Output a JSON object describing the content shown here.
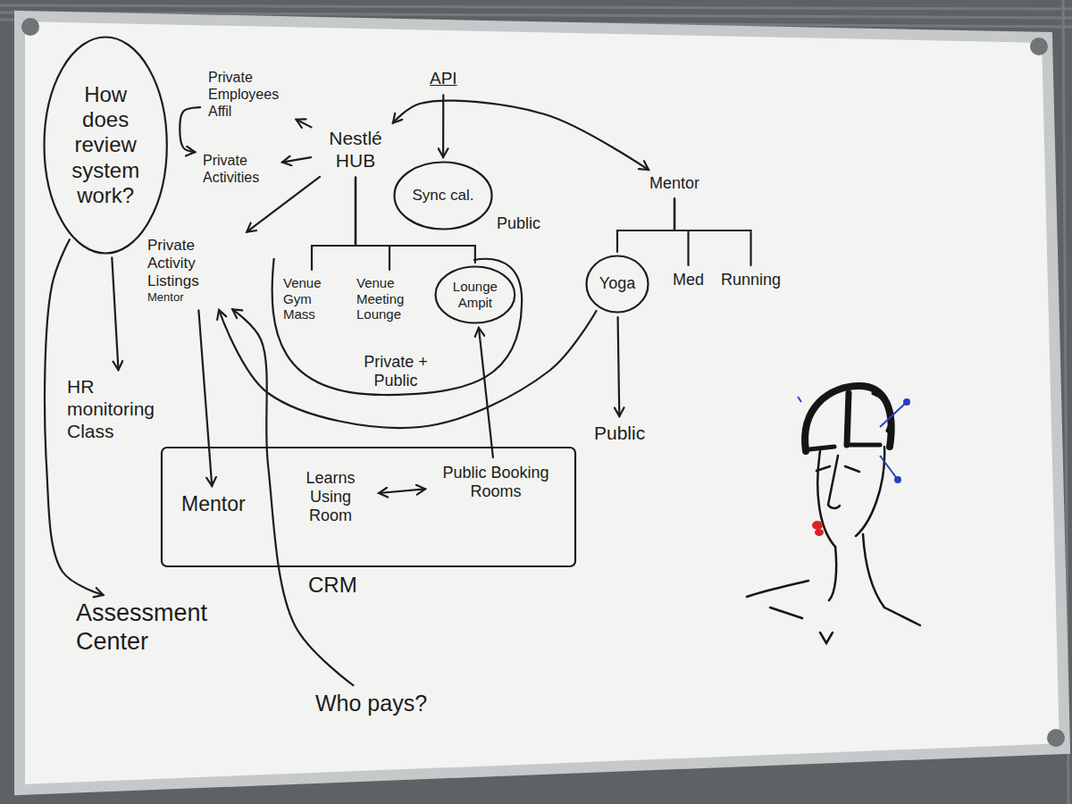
{
  "diagram": {
    "nodes": [
      {
        "text": [
          "How does review system work?"
        ]
      },
      {
        "text": [
          "Private Employees Affil"
        ]
      },
      {
        "text": [
          "API"
        ]
      },
      {
        "text": [
          "Private Activities"
        ]
      },
      {
        "text": [
          "Nestlé HUB"
        ]
      },
      {
        "text": [
          "Sync cal."
        ]
      },
      {
        "text": [
          "Mentor"
        ]
      },
      {
        "text": [
          "Private Activity Listings",
          "Mentor"
        ]
      },
      {
        "text": [
          "Private + Public"
        ]
      },
      {
        "text": [
          "Venue Gym Mass"
        ],
        "in": 8
      },
      {
        "text": [
          "Venue Meeting Lounge"
        ],
        "in": 8
      },
      {
        "text": [
          "Lounge Ampit"
        ],
        "in": 8
      },
      {
        "text": [
          "Yoga"
        ]
      },
      {
        "text": [
          "Med"
        ]
      },
      {
        "text": [
          "Running"
        ]
      },
      {
        "text": [
          "HR monitoring Class"
        ]
      },
      {
        "text": [
          "Public"
        ]
      },
      {
        "text": [
          "CRM"
        ]
      },
      {
        "text": [
          "Mentor"
        ],
        "in": 17
      },
      {
        "text": [
          "Learns Using Room"
        ],
        "in": 17
      },
      {
        "text": [
          "Public Booking Rooms"
        ],
        "in": 17
      },
      {
        "text": [
          "Assessment Center"
        ]
      },
      {
        "text": [
          "Who pays?"
        ]
      }
    ],
    "edges": [
      {
        "from": 4,
        "to": 1,
        "arrow": "to"
      },
      {
        "from": 1,
        "to": 3,
        "arrow": "to"
      },
      {
        "from": 4,
        "to": 3,
        "arrow": "to"
      },
      {
        "from": 4,
        "to": 6,
        "arrow": "both"
      },
      {
        "from": 2,
        "to": 5,
        "arrow": "to"
      },
      {
        "from": 4,
        "to": 7,
        "arrow": "to"
      },
      {
        "from": 4,
        "to": 9,
        "arrow": "none"
      },
      {
        "from": 4,
        "to": 10,
        "arrow": "none"
      },
      {
        "from": 4,
        "to": 11,
        "arrow": "none"
      },
      {
        "from": 6,
        "to": 12,
        "arrow": "none"
      },
      {
        "from": 6,
        "to": 13,
        "arrow": "none"
      },
      {
        "from": 6,
        "to": 14,
        "arrow": "none"
      },
      {
        "from": 12,
        "to": 16,
        "arrow": "to"
      },
      {
        "from": 12,
        "to": 7,
        "arrow": "to"
      },
      {
        "from": 0,
        "to": 15,
        "arrow": "to"
      },
      {
        "from": 0,
        "to": 21,
        "arrow": "to"
      },
      {
        "from": 7,
        "to": 18,
        "arrow": "to"
      },
      {
        "from": 22,
        "to": 7,
        "arrow": "to"
      },
      {
        "from": 19,
        "to": 20,
        "arrow": "both"
      },
      {
        "from": 20,
        "to": 11,
        "arrow": "to"
      }
    ],
    "labels": [
      "Public"
    ]
  }
}
